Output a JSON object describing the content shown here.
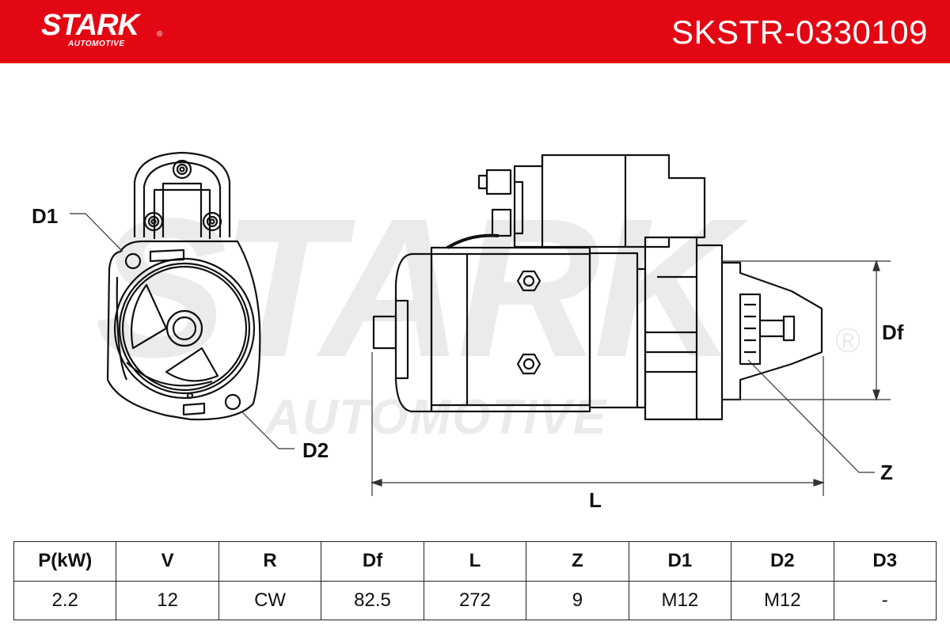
{
  "brand": {
    "name": "STARK",
    "subtitle": "AUTOMOTIVE",
    "registered": "®",
    "color": "#e30613"
  },
  "part_number": "SKSTR-0330109",
  "watermark": {
    "main": "STARK",
    "sub": "AUTOMOTIVE",
    "registered": "®"
  },
  "labels": {
    "d1": "D1",
    "d2": "D2",
    "df": "Df",
    "l": "L",
    "z": "Z"
  },
  "spec_table": {
    "headers": [
      "P(kW)",
      "V",
      "R",
      "Df",
      "L",
      "Z",
      "D1",
      "D2",
      "D3"
    ],
    "values": [
      "2.2",
      "12",
      "CW",
      "82.5",
      "272",
      "9",
      "M12",
      "M12",
      "-"
    ]
  }
}
